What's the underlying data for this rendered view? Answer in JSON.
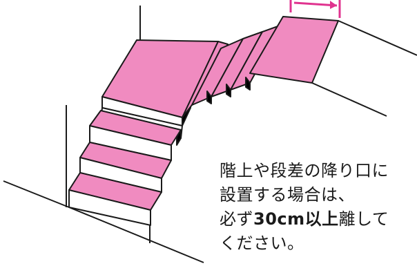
{
  "colors": {
    "tread": "#f08bc0",
    "line": "#1a1a1a",
    "gap_fill": "#000000",
    "arrow": "#e0338f",
    "background": "#ffffff"
  },
  "caption": {
    "line1": "階上や段差の降り口に",
    "line2": "設置する場合は、",
    "line3_pre": "必ず",
    "line3_distance": "30cm",
    "line3_bold": "以上",
    "line3_post": "離して",
    "line4": "ください。"
  },
  "marker": {
    "icon": "double-arrow-icon"
  }
}
